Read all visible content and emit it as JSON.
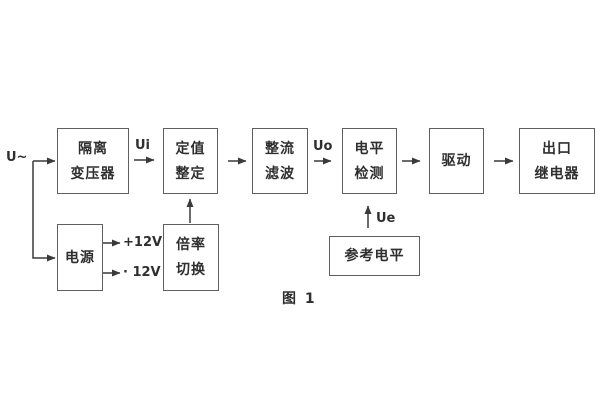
{
  "figure": {
    "caption": "图 1"
  },
  "labels": {
    "input": "U~",
    "ui": "Ui",
    "uo": "Uo",
    "ue": "Ue",
    "plus12v": "+12V",
    "minus12v": "· 12V"
  },
  "blocks": {
    "isolation_transformer": {
      "line1": "隔离",
      "line2": "变压器"
    },
    "setting_adjust": {
      "line1": "定值",
      "line2": "整定"
    },
    "rectifier_filter": {
      "line1": "整流",
      "line2": "滤波"
    },
    "level_detect": {
      "line1": "电平",
      "line2": "检测"
    },
    "drive": {
      "line1": "驱动"
    },
    "output_relay": {
      "line1": "出口",
      "line2": "继电器"
    },
    "power_supply": {
      "line1": "电源"
    },
    "ratio_switch": {
      "line1": "倍率",
      "line2": "切换"
    },
    "reference_level": {
      "line1": "参考电平"
    }
  },
  "colors": {
    "background": "#ffffff",
    "box_border": "#5f5f5f",
    "wire": "#3a3a3a",
    "text": "#2f2f2f"
  }
}
